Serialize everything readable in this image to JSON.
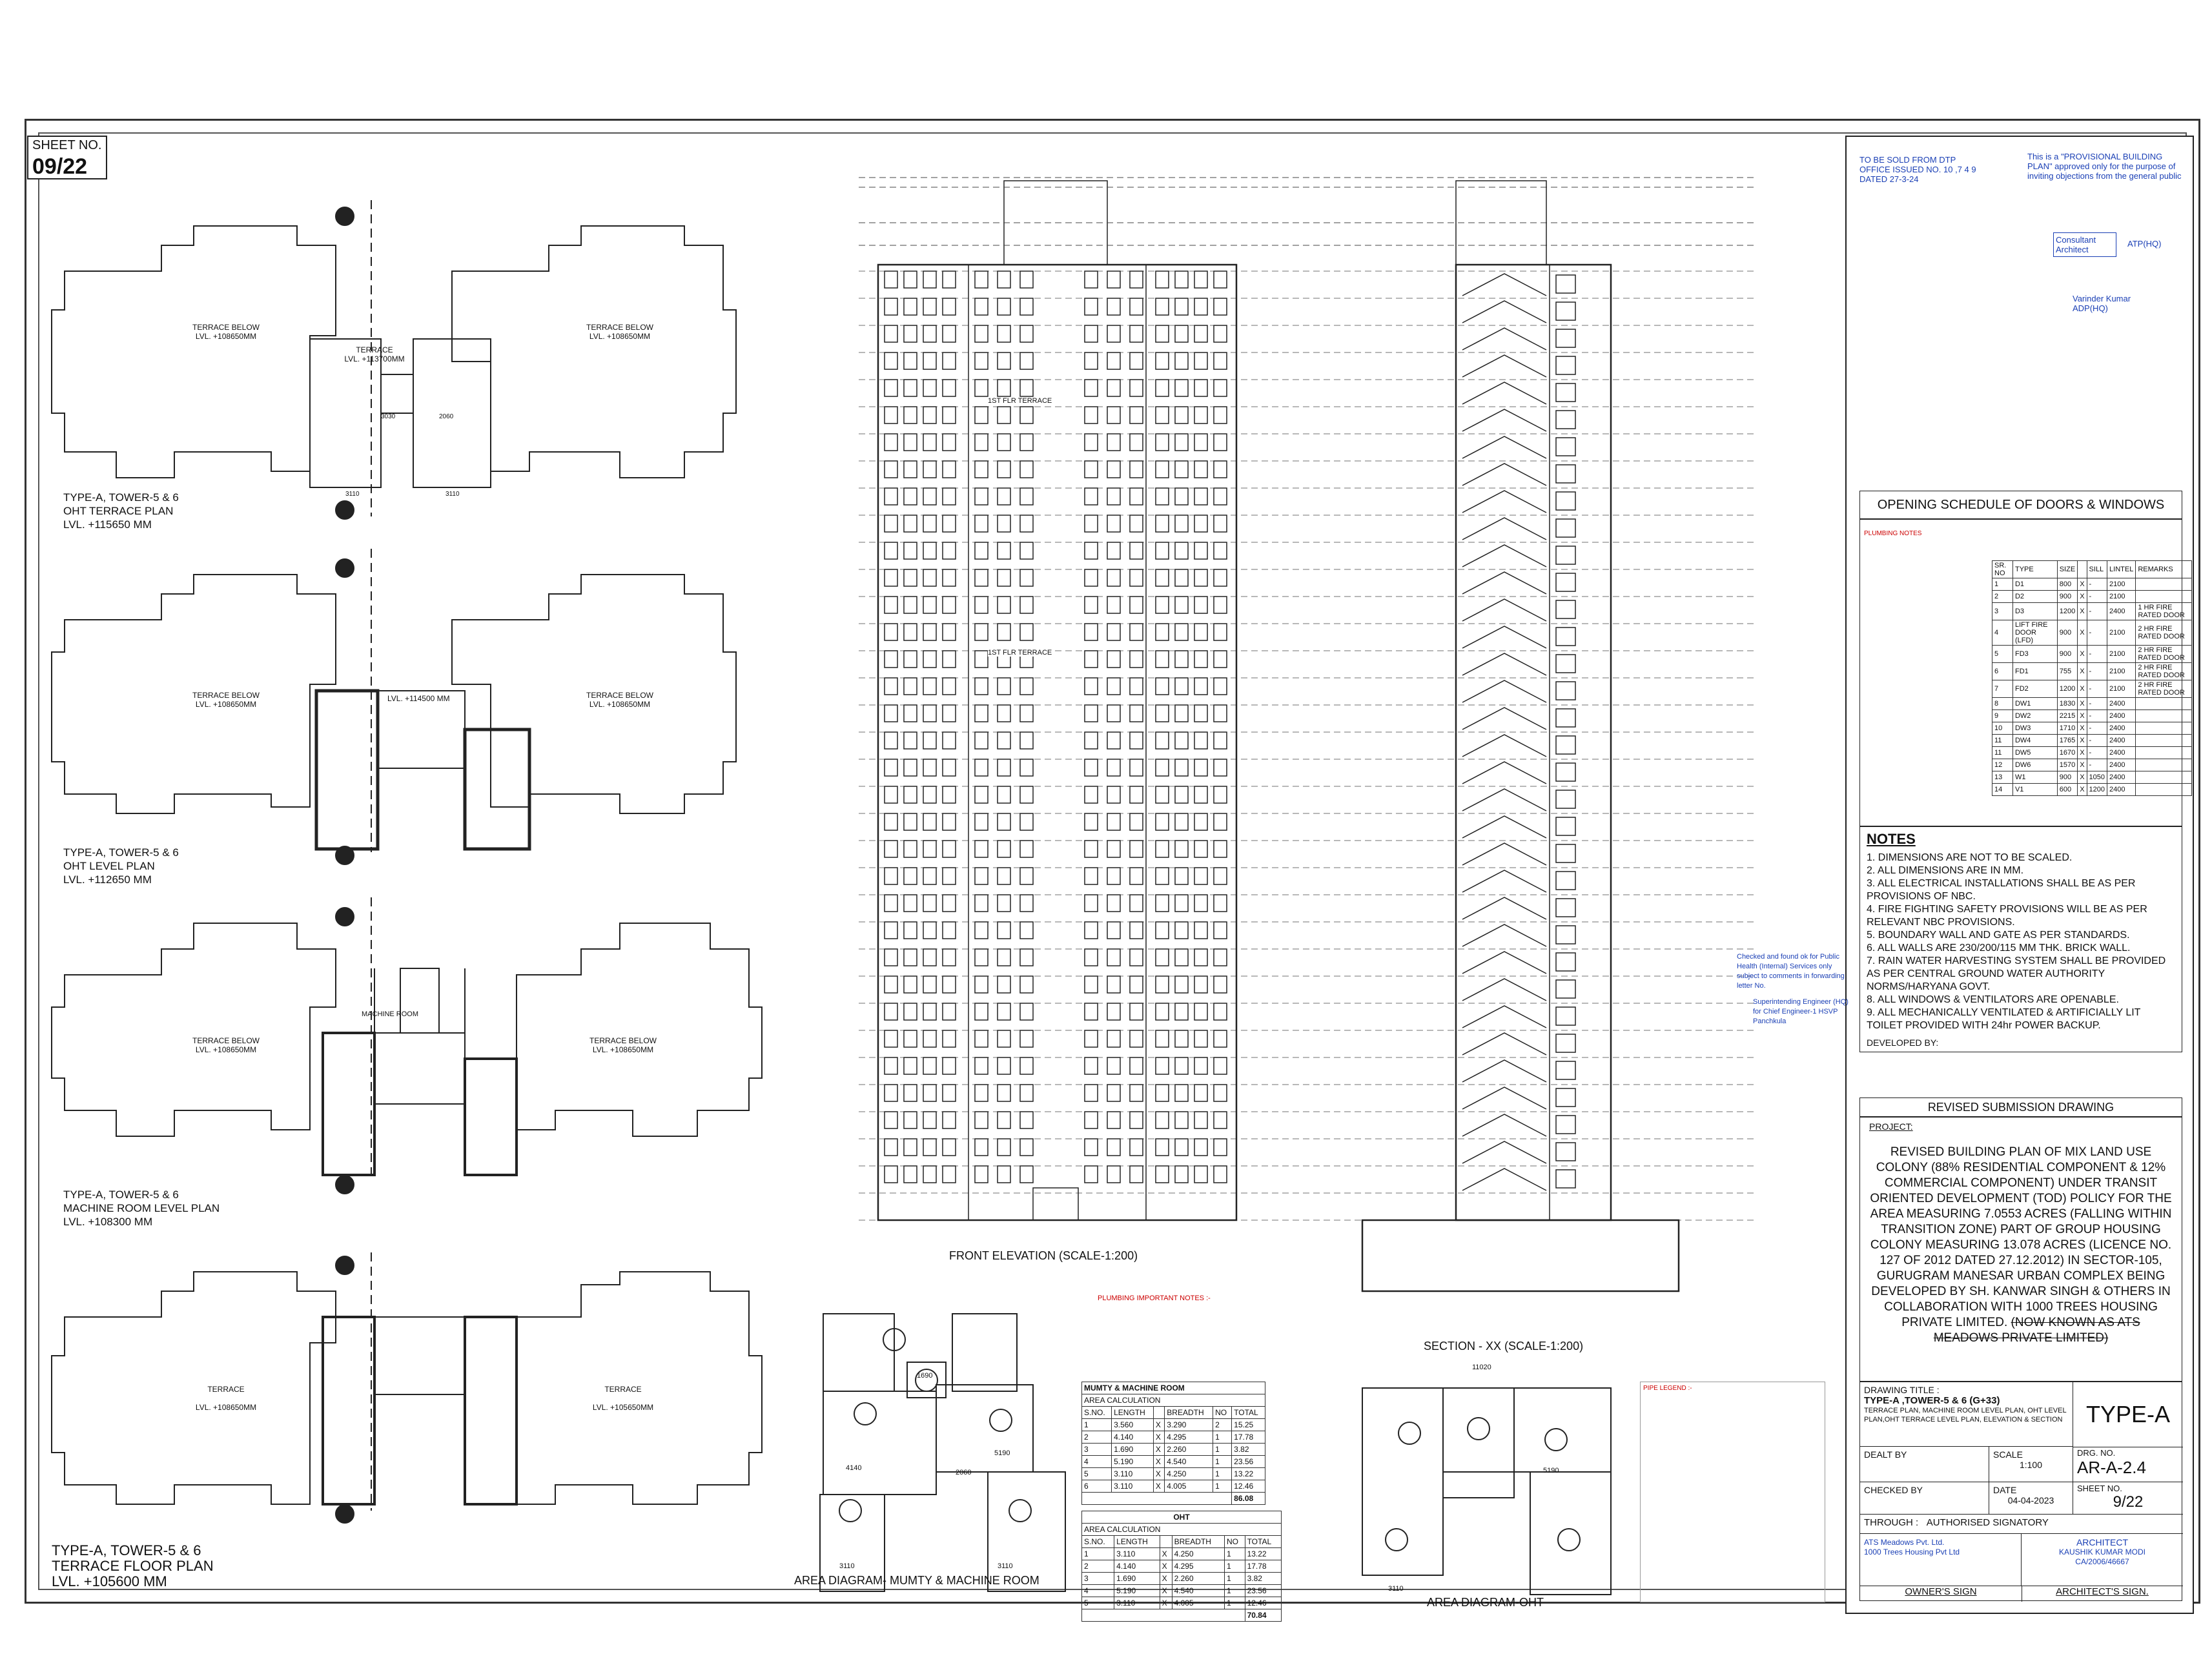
{
  "sheet": {
    "label": "SHEET NO.",
    "number": "09/22"
  },
  "plans": [
    {
      "title": "TYPE-A, TOWER-5 & 6",
      "subtitle": "OHT TERRACE PLAN",
      "level": "LVL. +115650 MM"
    },
    {
      "title": "TYPE-A, TOWER-5 & 6",
      "subtitle": "OHT LEVEL PLAN",
      "level": "LVL. +112650 MM"
    },
    {
      "title": "TYPE-A, TOWER-5 & 6",
      "subtitle": "MACHINE ROOM LEVEL PLAN",
      "level": "LVL. +108300 MM"
    },
    {
      "title": "TYPE-A, TOWER-5 & 6",
      "subtitle": "TERRACE FLOOR PLAN",
      "level": "LVL. +105600 MM"
    }
  ],
  "plan_text": {
    "terrace_below": "TERRACE BELOW",
    "lvl_108650": "LVL. +108650MM",
    "terrace": "TERRACE",
    "lvl_113700": "LVL. +113700MM",
    "lvl_114500": "LVL. +114500 MM",
    "machine_room": "MACHINE ROOM",
    "lvl_105650": "LVL. +105650MM",
    "dim_3110": "3110",
    "dim_2060": "2060",
    "dim_3030": "3030"
  },
  "elevation": {
    "caption": "FRONT ELEVATION (SCALE-1:200)",
    "label_terrace": "1ST FLR TERRACE"
  },
  "section": {
    "caption": "SECTION - XX (SCALE-1:200)"
  },
  "area_mumty": {
    "caption": "AREA DIAGRAM- MUMTY & MACHINE ROOM",
    "dims": [
      "4140",
      "3110",
      "5190",
      "2060",
      "1690"
    ],
    "table_title": "MUMTY & MACHINE ROOM",
    "sub_title": "AREA CALCULATION",
    "headers": [
      "S.NO.",
      "LENGTH",
      "",
      "BREADTH",
      "NO",
      "TOTAL"
    ],
    "rows": [
      [
        "1",
        "3.560",
        "X",
        "3.290",
        "2",
        "15.25"
      ],
      [
        "2",
        "4.140",
        "X",
        "4.295",
        "1",
        "17.78"
      ],
      [
        "3",
        "1.690",
        "X",
        "2.260",
        "1",
        "3.82"
      ],
      [
        "4",
        "5.190",
        "X",
        "4.540",
        "1",
        "23.56"
      ],
      [
        "5",
        "3.110",
        "X",
        "4.250",
        "1",
        "13.22"
      ],
      [
        "6",
        "3.110",
        "X",
        "4.005",
        "1",
        "12.46"
      ]
    ],
    "total": "86.08"
  },
  "area_oht": {
    "caption": "AREA DIAGRAM-OHT",
    "dims": [
      "11020",
      "3110",
      "5190"
    ],
    "table_title": "OHT",
    "sub_title": "AREA CALCULATION",
    "headers": [
      "S.NO.",
      "LENGTH",
      "",
      "BREADTH",
      "NO",
      "TOTAL"
    ],
    "rows": [
      [
        "1",
        "3.110",
        "X",
        "4.250",
        "1",
        "13.22"
      ],
      [
        "2",
        "4.140",
        "X",
        "4.295",
        "1",
        "17.78"
      ],
      [
        "3",
        "1.690",
        "X",
        "2.260",
        "1",
        "3.82"
      ],
      [
        "4",
        "5.190",
        "X",
        "4.540",
        "1",
        "23.56"
      ],
      [
        "5",
        "3.110",
        "X",
        "4.005",
        "1",
        "12.46"
      ]
    ],
    "total": "70.84"
  },
  "plumbing": {
    "title": "PLUMBING IMPORTANT NOTES :-",
    "legend_title": "PIPE LEGEND :-"
  },
  "stamps": {
    "s1": "TO BE SOLD FROM DTP OFFICE ISSUED NO. 10 ,7 4 9 DATED 27-3-24",
    "s2": "This is a \"PROVISIONAL BUILDING PLAN\" approved only for the purpose of inviting objections from the general public",
    "s3": "Consultant Architect",
    "s4": "ATP(HQ)",
    "s5": "Varinder Kumar ADP(HQ)",
    "s6": "Checked and found ok for Public Health (Internal) Services only subject to comments in forwarding letter No.",
    "s7": "Superintending Engineer (HQ) for Chief Engineer-1 HSVP Panchkula"
  },
  "schedule": {
    "title": "OPENING SCHEDULE OF DOORS & WINDOWS",
    "plumbing_notes": "PLUMBING NOTES",
    "headers": [
      "SR. NO",
      "TYPE",
      "SIZE",
      "",
      "SILL",
      "LINTEL",
      "REMARKS"
    ],
    "rows": [
      [
        "1",
        "D1",
        "800",
        "X",
        "-",
        "2100",
        ""
      ],
      [
        "2",
        "D2",
        "900",
        "X",
        "-",
        "2100",
        ""
      ],
      [
        "3",
        "D3",
        "1200",
        "X",
        "-",
        "2400",
        "1 HR FIRE RATED DOOR"
      ],
      [
        "4",
        "LIFT FIRE DOOR (LFD)",
        "900",
        "X",
        "-",
        "2100",
        "2 HR FIRE RATED DOOR"
      ],
      [
        "5",
        "FD3",
        "900",
        "X",
        "-",
        "2100",
        "2 HR FIRE RATED DOOR"
      ],
      [
        "6",
        "FD1",
        "755",
        "X",
        "-",
        "2100",
        "2 HR FIRE RATED DOOR"
      ],
      [
        "7",
        "FD2",
        "1200",
        "X",
        "-",
        "2100",
        "2 HR FIRE RATED DOOR"
      ],
      [
        "8",
        "DW1",
        "1830",
        "X",
        "-",
        "2400",
        ""
      ],
      [
        "9",
        "DW2",
        "2215",
        "X",
        "-",
        "2400",
        ""
      ],
      [
        "10",
        "DW3",
        "1710",
        "X",
        "-",
        "2400",
        ""
      ],
      [
        "11",
        "DW4",
        "1765",
        "X",
        "-",
        "2400",
        ""
      ],
      [
        "11",
        "DW5",
        "1670",
        "X",
        "-",
        "2400",
        ""
      ],
      [
        "12",
        "DW6",
        "1570",
        "X",
        "-",
        "2400",
        ""
      ],
      [
        "13",
        "W1",
        "900",
        "X",
        "1050",
        "2400",
        ""
      ],
      [
        "14",
        "V1",
        "600",
        "X",
        "1200",
        "2400",
        ""
      ]
    ]
  },
  "notes": {
    "title": "NOTES",
    "items": [
      "1. DIMENSIONS ARE NOT TO BE SCALED.",
      "2. ALL DIMENSIONS ARE IN MM.",
      "3. ALL ELECTRICAL INSTALLATIONS SHALL BE AS PER PROVISIONS OF NBC.",
      "4. FIRE FIGHTING SAFETY PROVISIONS WILL BE AS PER RELEVANT NBC PROVISIONS.",
      "5. BOUNDARY WALL AND GATE AS PER STANDARDS.",
      "6. ALL WALLS ARE 230/200/115 MM THK. BRICK WALL.",
      "7. RAIN WATER HARVESTING SYSTEM SHALL BE PROVIDED AS PER CENTRAL GROUND WATER AUTHORITY NORMS/HARYANA GOVT.",
      "8. ALL WINDOWS & VENTILATORS ARE OPENABLE.",
      "9. ALL MECHANICALLY VENTILATED & ARTIFICIALLY LIT TOILET PROVIDED WITH 24hr POWER BACKUP."
    ],
    "developed_by": "DEVELOPED BY:"
  },
  "revised": "REVISED SUBMISSION DRAWING",
  "project": {
    "label": "PROJECT:",
    "text": "REVISED BUILDING PLAN OF MIX LAND USE COLONY (88% RESIDENTIAL COMPONENT & 12% COMMERCIAL COMPONENT) UNDER TRANSIT ORIENTED DEVELOPMENT (TOD) POLICY FOR THE AREA MEASURING 7.0553 ACRES (FALLING WITHIN TRANSITION ZONE) PART OF GROUP HOUSING COLONY MEASURING 13.078 ACRES (LICENCE NO. 127 OF 2012 DATED 27.12.2012) IN SECTOR-105, GURUGRAM MANESAR URBAN COMPLEX BEING DEVELOPED BY SH. KANWAR SINGH & OTHERS IN COLLABORATION WITH 1000 TREES HOUSING PRIVATE LIMITED.",
    "struck": "(NOW KNOWN AS ATS MEADOWS PRIVATE LIMITED)"
  },
  "title_block": {
    "drawing_title_label": "DRAWING TITLE :",
    "drawing_title": "TYPE-A ,TOWER-5 & 6 (G+33)",
    "drawing_sub": "TERRACE PLAN, MACHINE ROOM LEVEL PLAN, OHT LEVEL PLAN,OHT TERRACE LEVEL PLAN, ELEVATION & SECTION",
    "type": "TYPE-A",
    "dealt_by": "DEALT BY",
    "scale_label": "SCALE",
    "scale": "1:100",
    "drg_label": "DRG. NO.",
    "drg_no": "AR-A-2.4",
    "checked_by": "CHECKED BY",
    "date_label": "DATE",
    "date": "04-04-2023",
    "sheet_label": "SHEET NO.",
    "sheet_no": "9/22",
    "through": "THROUGH :",
    "authorised": "AUTHORISED SIGNATORY",
    "owner_co": "ATS Meadows Pvt. Ltd.",
    "owner_co2": "1000 Trees Housing Pvt Ltd",
    "architect": "ARCHITECT",
    "architect_name": "KAUSHIK KUMAR MODI",
    "architect_reg": "CA/2006/46667",
    "owners_sign": "OWNER'S SIGN",
    "architects_sign": "ARCHITECT'S SIGN."
  }
}
